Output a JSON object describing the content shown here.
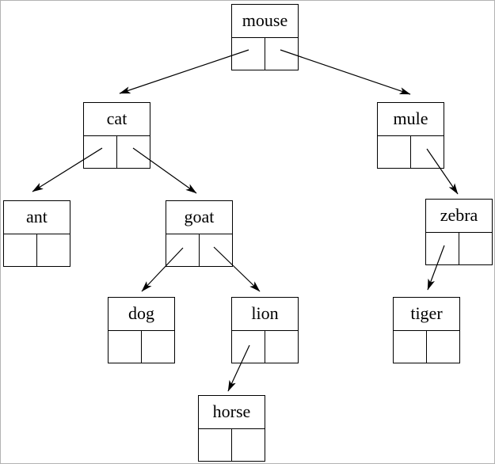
{
  "page": {
    "background_color": "#ffffff",
    "border_color": "#b3b3b3",
    "line_color": "#000000",
    "text_color": "#000000"
  },
  "tree": {
    "nodes": [
      {
        "id": "mouse",
        "label": "mouse"
      },
      {
        "id": "cat",
        "label": "cat"
      },
      {
        "id": "mule",
        "label": "mule"
      },
      {
        "id": "ant",
        "label": "ant"
      },
      {
        "id": "goat",
        "label": "goat"
      },
      {
        "id": "zebra",
        "label": "zebra"
      },
      {
        "id": "dog",
        "label": "dog"
      },
      {
        "id": "lion",
        "label": "lion"
      },
      {
        "id": "tiger",
        "label": "tiger"
      },
      {
        "id": "horse",
        "label": "horse"
      }
    ],
    "edges": [
      {
        "from": "mouse",
        "pointer": "left",
        "to": "cat"
      },
      {
        "from": "mouse",
        "pointer": "right",
        "to": "mule"
      },
      {
        "from": "cat",
        "pointer": "left",
        "to": "ant"
      },
      {
        "from": "cat",
        "pointer": "right",
        "to": "goat"
      },
      {
        "from": "mule",
        "pointer": "right",
        "to": "zebra"
      },
      {
        "from": "goat",
        "pointer": "left",
        "to": "dog"
      },
      {
        "from": "goat",
        "pointer": "right",
        "to": "lion"
      },
      {
        "from": "zebra",
        "pointer": "left",
        "to": "tiger"
      },
      {
        "from": "lion",
        "pointer": "left",
        "to": "horse"
      }
    ]
  }
}
